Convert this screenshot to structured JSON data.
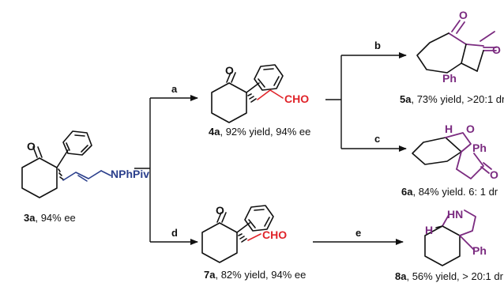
{
  "compounds": {
    "c3a": {
      "id": "3a",
      "note": ", 94% ee",
      "group": "NPhPiv"
    },
    "c4a": {
      "id": "4a",
      "note": ", 92% yield, 94% ee",
      "group": "CHO"
    },
    "c5a": {
      "id": "5a",
      "note": ", 73% yield, >20:1 dr",
      "group": "Ph"
    },
    "c6a": {
      "id": "6a",
      "note": ", 84% yield. 6: 1 dr",
      "group": "Ph"
    },
    "c7a": {
      "id": "7a",
      "note": ", 82% yield, 94% ee",
      "group": "CHO"
    },
    "c8a": {
      "id": "8a",
      "note": ", 56% yield, > 20:1 dr",
      "group": "Ph"
    }
  },
  "atoms": {
    "oxygen": "O",
    "nh": "HN",
    "h": "H"
  },
  "steps": {
    "a": "a",
    "b": "b",
    "c": "c",
    "d": "d",
    "e": "e"
  },
  "colors": {
    "purple": "#7b2b80",
    "red": "#e0242a",
    "blue": "#2b3f8c",
    "black": "#111111"
  }
}
